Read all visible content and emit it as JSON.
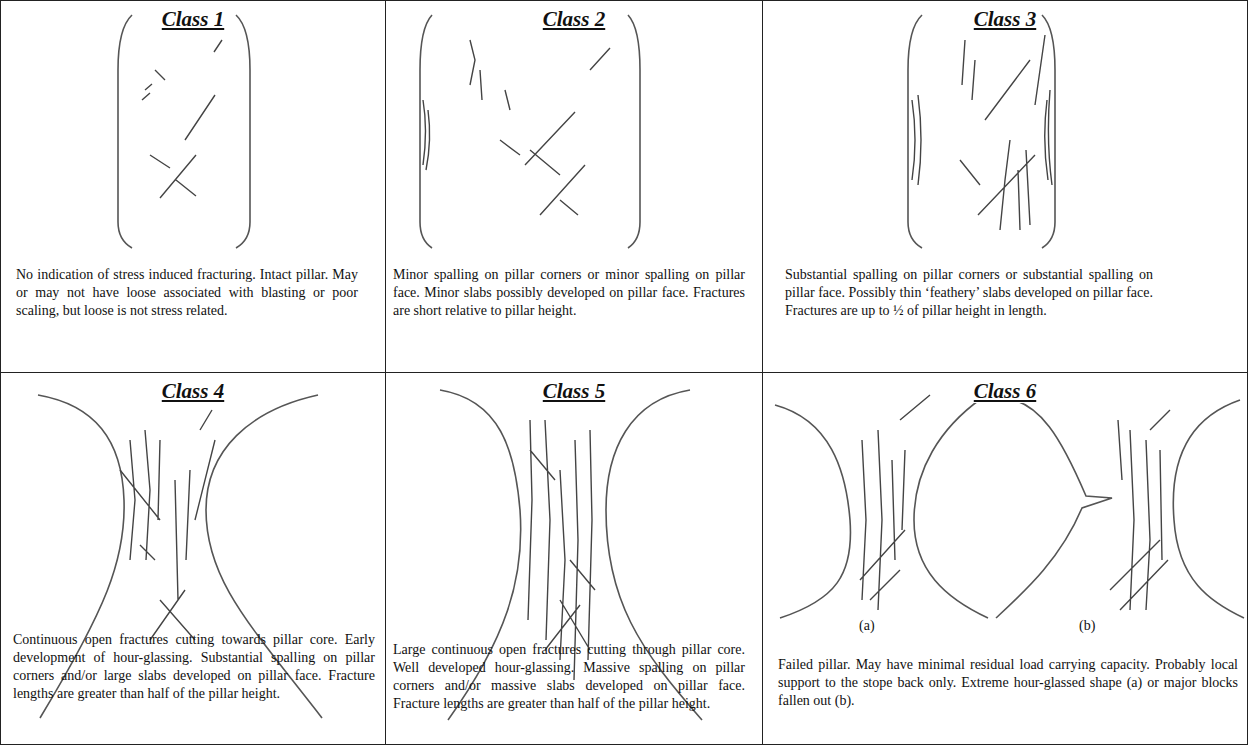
{
  "diagram": {
    "nodes": [
      {
        "text": [
          "Class 1",
          "No indication of stress induced fracturing. Intact pillar. May or may not have loose associated with blasting or poor scaling, but loose is not stress related."
        ]
      },
      {
        "text": [
          "Class 2",
          "Minor spalling on pillar corners or minor spalling on pillar face. Minor slabs possibly developed on pillar face. Fractures are short relative to pillar height."
        ]
      },
      {
        "text": [
          "Class 3",
          "Substantial spalling on pillar corners or substantial spalling on pillar face. Possibly thin ‘feathery’ slabs developed on pillar face. Fractures are up to ½ of pillar height in length."
        ]
      },
      {
        "text": [
          "Class 4",
          "Continuous open fractures cutting towards pillar core. Early development of hour-glassing. Substantial spalling on pillar corners and/or large slabs developed on pillar face. Fracture lengths are greater than half of the pillar height."
        ]
      },
      {
        "text": [
          "Class 5",
          "Large continuous open fractures cutting through pillar core. Well developed hour-glassing. Massive spalling on pillar corners and/or massive slabs developed on pillar face. Fracture lengths are greater than half of the pillar height."
        ]
      },
      {
        "text": [
          "Class 6",
          "Failed pillar. May have minimal residual load carrying capacity. Probably local support to the stope back only. Extreme hour-glassed shape (a) or major blocks fallen out (b)."
        ]
      }
    ],
    "labels": [
      "(a)",
      "(b)"
    ]
  }
}
